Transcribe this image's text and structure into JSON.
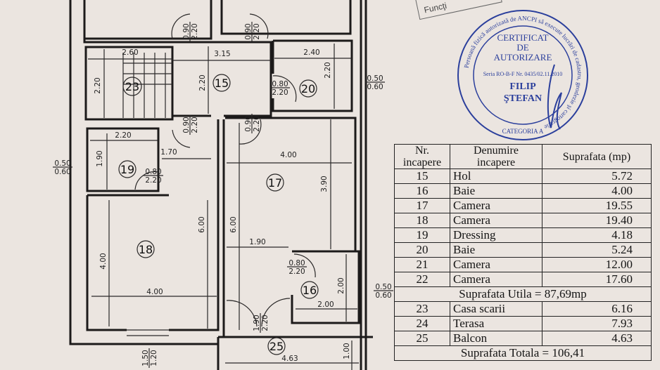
{
  "header_box": {
    "text": "Funcţi"
  },
  "stamp": {
    "ring_text": "Persoană fizică autorizată de ANCPI să execute lucrări de cadastru, geodezie şi cartografie",
    "bottom_text": "CATEGORIA A",
    "line1": "CERTIFICAT",
    "line2": "DE",
    "line3": "AUTORIZARE",
    "series": "Seria RO-B-F Nr. 0435/02.11.2010",
    "name1": "FILIP",
    "name2": "ŞTEFAN",
    "color": "#2b3f9c"
  },
  "plan": {
    "rooms": [
      "23",
      "15",
      "20",
      "19",
      "17",
      "18",
      "16",
      "25"
    ],
    "dims": [
      "2.60",
      "3.15",
      "2.40",
      "2.20",
      "2.20",
      "2.20",
      "2.20",
      "1.90",
      "1.70",
      "4.00",
      "3.90",
      "6.00",
      "6.00",
      "4.00",
      "4.00",
      "1.90",
      "2.00",
      "2.00",
      "4.63",
      "1.00"
    ],
    "fractions": [
      {
        "n": "0.90",
        "d": "2.20"
      },
      {
        "n": "0.90",
        "d": "2.20"
      },
      {
        "n": "0.80",
        "d": "2.20"
      },
      {
        "n": "0.90",
        "d": "2.20"
      },
      {
        "n": "0.90",
        "d": "2.20"
      },
      {
        "n": "0.80",
        "d": "2.20"
      },
      {
        "n": "0.80",
        "d": "2.20"
      },
      {
        "n": "1.90",
        "d": "2.20"
      },
      {
        "n": "0.50",
        "d": "0.60"
      },
      {
        "n": "0.50",
        "d": "0.60"
      },
      {
        "n": "0.50",
        "d": "0.60"
      },
      {
        "n": "1.50",
        "d": "1.20"
      }
    ]
  },
  "table": {
    "headers": {
      "nr": "Nr. incapere",
      "name": "Denumire incapere",
      "area": "Suprafata (mp)"
    },
    "rows": [
      {
        "nr": "15",
        "name": "Hol",
        "area": "5.72"
      },
      {
        "nr": "16",
        "name": "Baie",
        "area": "4.00"
      },
      {
        "nr": "17",
        "name": "Camera",
        "area": "19.55"
      },
      {
        "nr": "18",
        "name": "Camera",
        "area": "19.40"
      },
      {
        "nr": "19",
        "name": "Dressing",
        "area": "4.18"
      },
      {
        "nr": "20",
        "name": "Baie",
        "area": "5.24"
      },
      {
        "nr": "21",
        "name": "Camera",
        "area": "12.00"
      },
      {
        "nr": "22",
        "name": "Camera",
        "area": "17.60"
      }
    ],
    "utila": "Suprafata Utila = 87,69mp",
    "extra_rows": [
      {
        "nr": "23",
        "name": "Casa scarii",
        "area": "6.16"
      },
      {
        "nr": "24",
        "name": "Terasa",
        "area": "7.93"
      },
      {
        "nr": "25",
        "name": "Balcon",
        "area": "4.63"
      }
    ],
    "total": "Suprafata Totala = 106,41"
  }
}
